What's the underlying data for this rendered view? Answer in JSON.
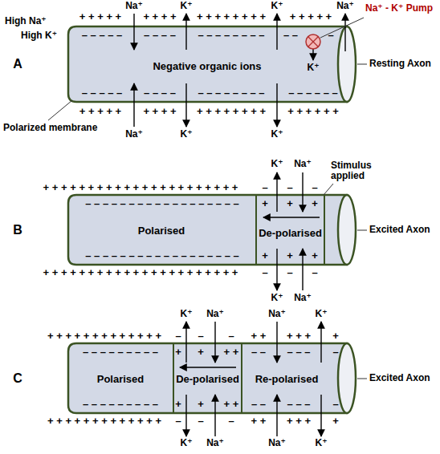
{
  "diagram": {
    "nodes": [
      {
        "text": [
          "Negative organic ions"
        ]
      },
      {
        "text": [
          "Polarised"
        ]
      },
      {
        "text": [
          "De-polarised"
        ],
        "in": 1
      },
      {
        "text": [
          "Polarised"
        ]
      },
      {
        "text": [
          "De-polarised"
        ],
        "in": 3
      },
      {
        "text": [
          "Re-polarised"
        ],
        "in": 3
      }
    ],
    "labels": [
      "A",
      "Na⁺",
      "K⁺",
      "K⁺",
      "Na⁺",
      "Na⁺ - K⁺ Pump",
      "High Na⁺",
      "High K⁺",
      "+ + + + +",
      "+ + + +",
      "+ + + + + + + +",
      "+ + + + +",
      "– – – – –",
      "– – – –",
      "– – – – – – – –",
      "– –",
      "–",
      "K⁺",
      "Resting Axon",
      "Polarized membrane",
      "– – – – –",
      "– – – –",
      "– – – – – – – –",
      "– – – – – –",
      "+ + + + +",
      "+ + + +",
      "+ + + + + + + +",
      "+ + + + + +",
      "Na⁺",
      "K⁺",
      "K⁺",
      "B",
      "K⁺",
      "Na⁺",
      "Stimulus applied",
      "+ + + + + + + + + + + + + + + + + + + + + +",
      "–",
      "–",
      "–",
      "– – – – – – – – – – – – – – – – – –",
      "+",
      "+",
      "+",
      "Excited Axon",
      "– – – – – – – – – – – – – – – – – –",
      "+",
      "+",
      "+",
      "+ + + + + + + + + + + + + + + + + + + + + +",
      "–",
      "–",
      "–",
      "K⁺",
      "Na⁺",
      "C",
      "K⁺",
      "Na⁺",
      "Na⁺",
      "K⁺",
      "+ + + + + + + + + + + + +",
      "–",
      "–",
      "–",
      "+ +",
      "+ + +",
      "+",
      "– – – – – – – – –",
      "+",
      "+",
      "+ +",
      "– –",
      "– – –",
      "–",
      "Excited Axon",
      "– – – – – – – – –",
      "+",
      "+",
      "+ +",
      "– –",
      "– – –",
      "–",
      "+ + + + + + + + + + + + +",
      "–",
      "–",
      "–",
      "+ +",
      "+ + +",
      "+",
      "K⁺",
      "Na⁺",
      "Na⁺",
      "K⁺"
    ]
  }
}
